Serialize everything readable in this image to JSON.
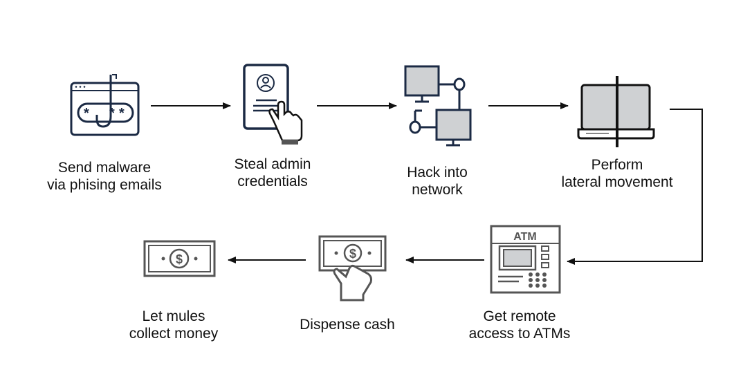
{
  "steps": [
    {
      "id": "malware",
      "line1": "Send malware",
      "line2": "via phising emails",
      "icon": "phishing-icon"
    },
    {
      "id": "steal",
      "line1": "Steal admin",
      "line2": "credentials",
      "icon": "credentials-icon"
    },
    {
      "id": "hack",
      "line1": "Hack into",
      "line2": "network",
      "icon": "network-icon"
    },
    {
      "id": "lateral",
      "line1": "Perform",
      "line2": "lateral movement",
      "icon": "laptop-icon"
    },
    {
      "id": "atm",
      "line1": "Get remote",
      "line2": "access to ATMs",
      "icon": "atm-icon",
      "atm_text": "ATM"
    },
    {
      "id": "dispense",
      "line1": "Dispense cash",
      "icon": "hand-cash-icon"
    },
    {
      "id": "mules",
      "line1": "Let mules",
      "line2": "collect money",
      "icon": "banknote-icon"
    }
  ],
  "colors": {
    "navy": "#1b2a44",
    "gray": "#555555",
    "fill": "#cfd1d3",
    "arrow": "#111111"
  }
}
